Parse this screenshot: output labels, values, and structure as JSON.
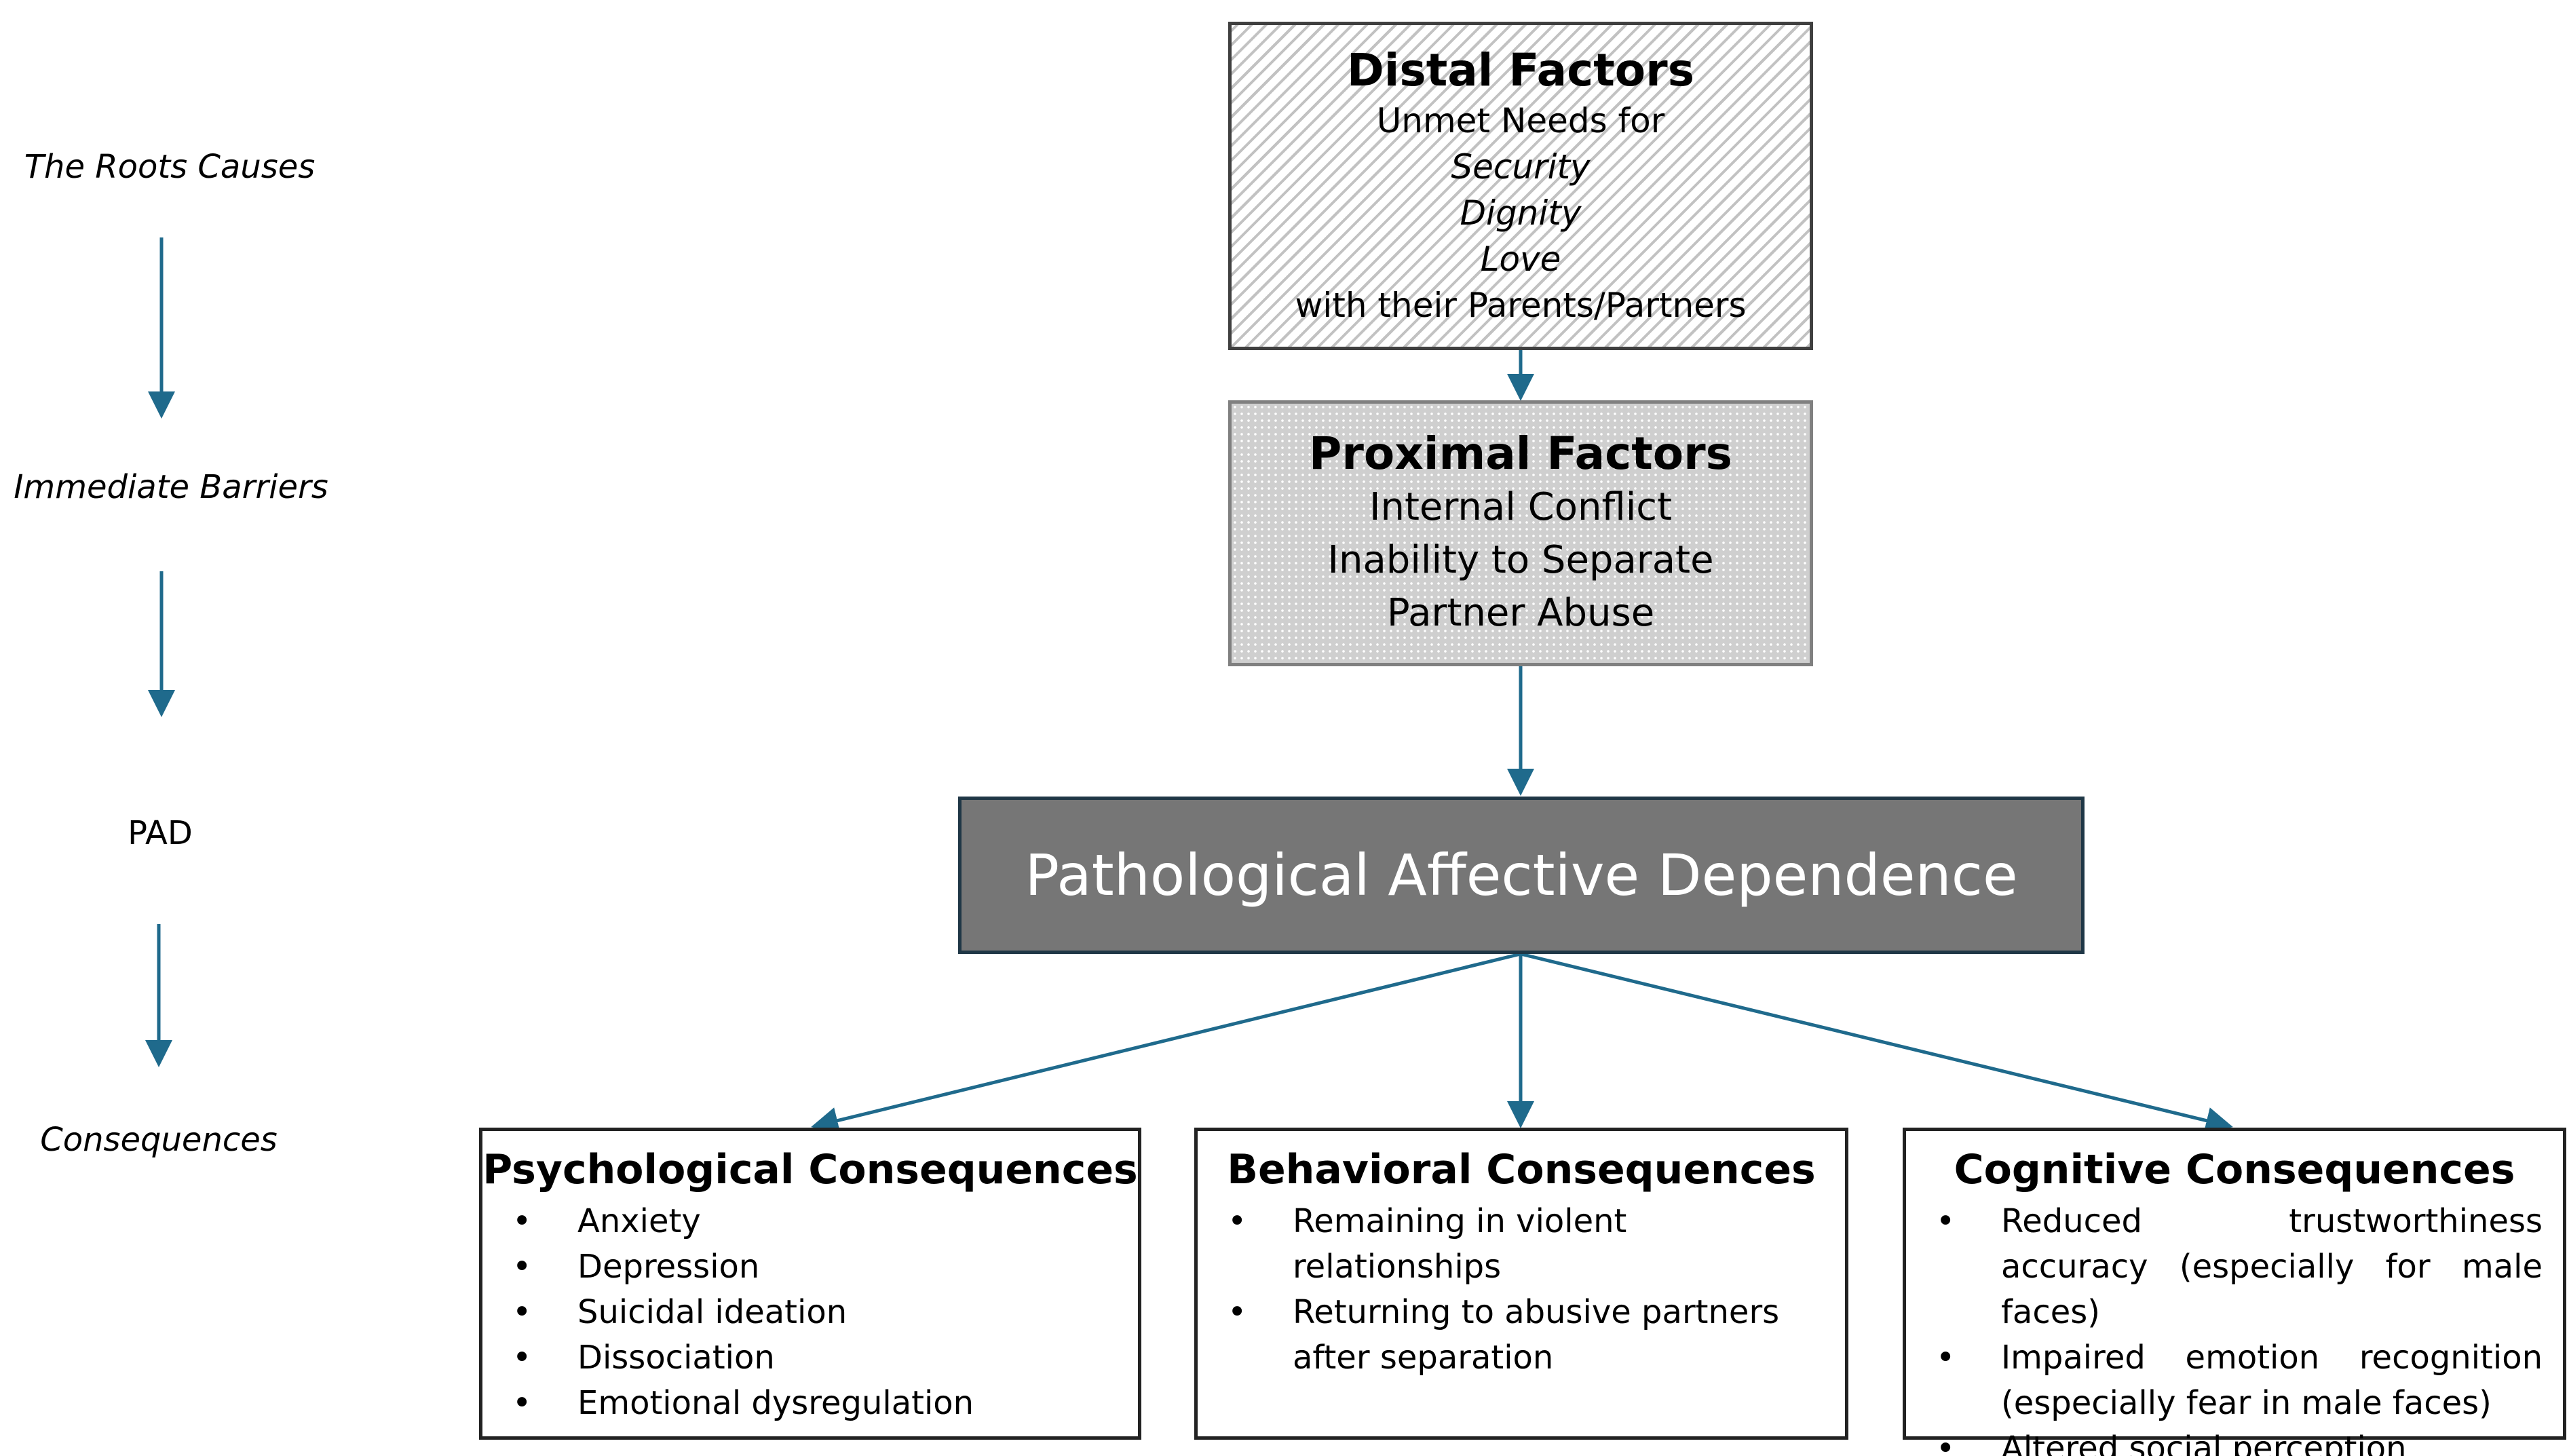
{
  "stages": [
    {
      "label": "The Roots Causes",
      "italic": true
    },
    {
      "label": "Immediate Barriers",
      "italic": true
    },
    {
      "label": "PAD",
      "italic": false
    },
    {
      "label": "Consequences",
      "italic": true
    }
  ],
  "distal": {
    "title": "Distal Factors",
    "intro": "Unmet Needs for",
    "needs": [
      "Security",
      "Dignity",
      "Love"
    ],
    "outro": "with their Parents/Partners"
  },
  "proximal": {
    "title": "Proximal Factors",
    "lines": [
      "Internal Conflict",
      "Inability to Separate",
      "Partner Abuse"
    ]
  },
  "pad": {
    "title": "Pathological Affective Dependence"
  },
  "consequences": {
    "psychological": {
      "title": "Psychological Consequences",
      "items": [
        "Anxiety",
        "Depression",
        "Suicidal ideation",
        "Dissociation",
        "Emotional dysregulation"
      ]
    },
    "behavioral": {
      "title": "Behavioral Consequences",
      "items": [
        "Remaining in violent relationships",
        "Returning to abusive partners after separation"
      ]
    },
    "cognitive": {
      "title": "Cognitive Consequences",
      "items": [
        "Reduced trustworthiness accuracy (especially for male faces)",
        "Impaired emotion recognition (especially fear in male faces)",
        "Altered social perception"
      ]
    }
  },
  "colors": {
    "arrow": "#1f6a8c",
    "pad_fill": "#767676",
    "pad_border": "#1f3746",
    "pad_text": "#ffffff",
    "box_border": "#404040"
  }
}
